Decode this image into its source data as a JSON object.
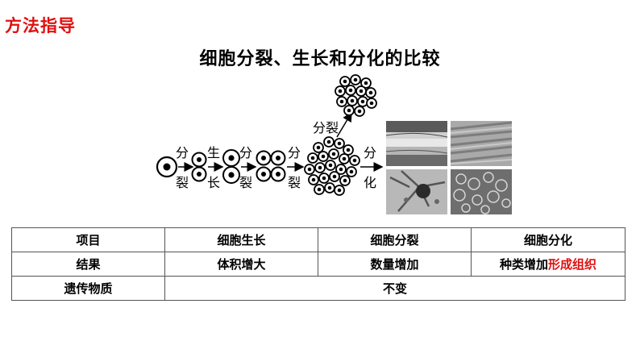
{
  "header_tag": "方法指导",
  "title": "细胞分裂、生长和分化的比较",
  "diagram": {
    "labels": {
      "fen1_top": "分",
      "fen1_bot": "裂",
      "sheng_top": "生",
      "sheng_bot": "长",
      "fen2_top": "分",
      "fen2_bot": "裂",
      "fen3_top": "分",
      "fen3_bot": "裂",
      "split_top": "分裂",
      "diff_top": "分",
      "diff_bot": "化"
    },
    "tissue_photos": [
      "tissue-photo-1",
      "tissue-photo-2",
      "tissue-photo-3",
      "tissue-photo-4"
    ]
  },
  "table": {
    "header": [
      "项目",
      "细胞生长",
      "细胞分裂",
      "细胞分化"
    ],
    "result_row": {
      "label": "结果",
      "growth": "体积增大",
      "division": "数量增加",
      "diff_plain": "种类增加",
      "diff_red": "形成组织"
    },
    "genetic_row": {
      "label": "遗传物质",
      "value": "不变"
    }
  },
  "colors": {
    "accent_red": "#e01010"
  }
}
